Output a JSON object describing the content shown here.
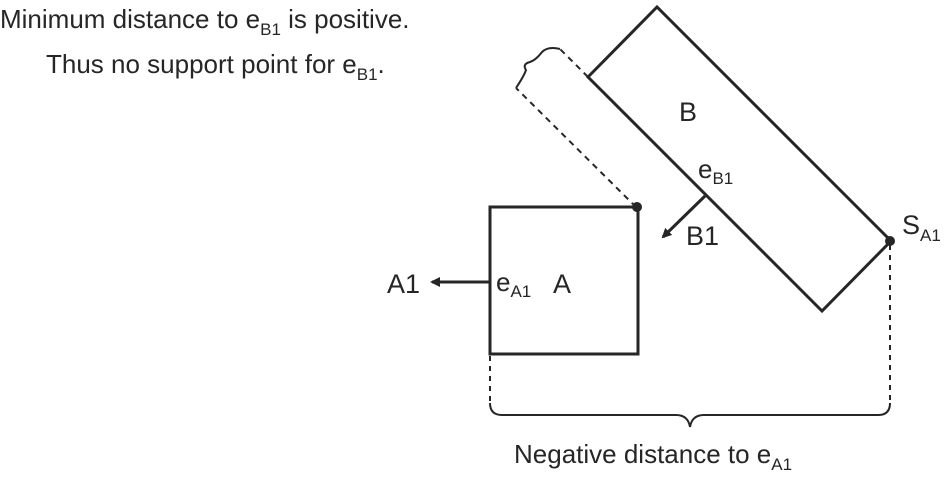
{
  "annotations": {
    "top_line1_prefix": "Minimum distance to e",
    "top_line1_sub": "B1",
    "top_line1_suffix": " is positive.",
    "top_line2_prefix": "Thus no support point for e",
    "top_line2_sub": "B1",
    "top_line2_suffix": ".",
    "bottom_prefix": "Negative distance to e",
    "bottom_sub": "A1"
  },
  "shapes": {
    "box_a_label": "A",
    "box_b_label": "B"
  },
  "edges": {
    "ea1_base": "e",
    "ea1_sub": "A1",
    "eb1_base": "e",
    "eb1_sub": "B1"
  },
  "normals": {
    "a1_label": "A1",
    "b1_label": "B1"
  },
  "support_point": {
    "base": "S",
    "sub": "A1"
  },
  "colors": {
    "ink": "#262626",
    "background": "#ffffff"
  }
}
